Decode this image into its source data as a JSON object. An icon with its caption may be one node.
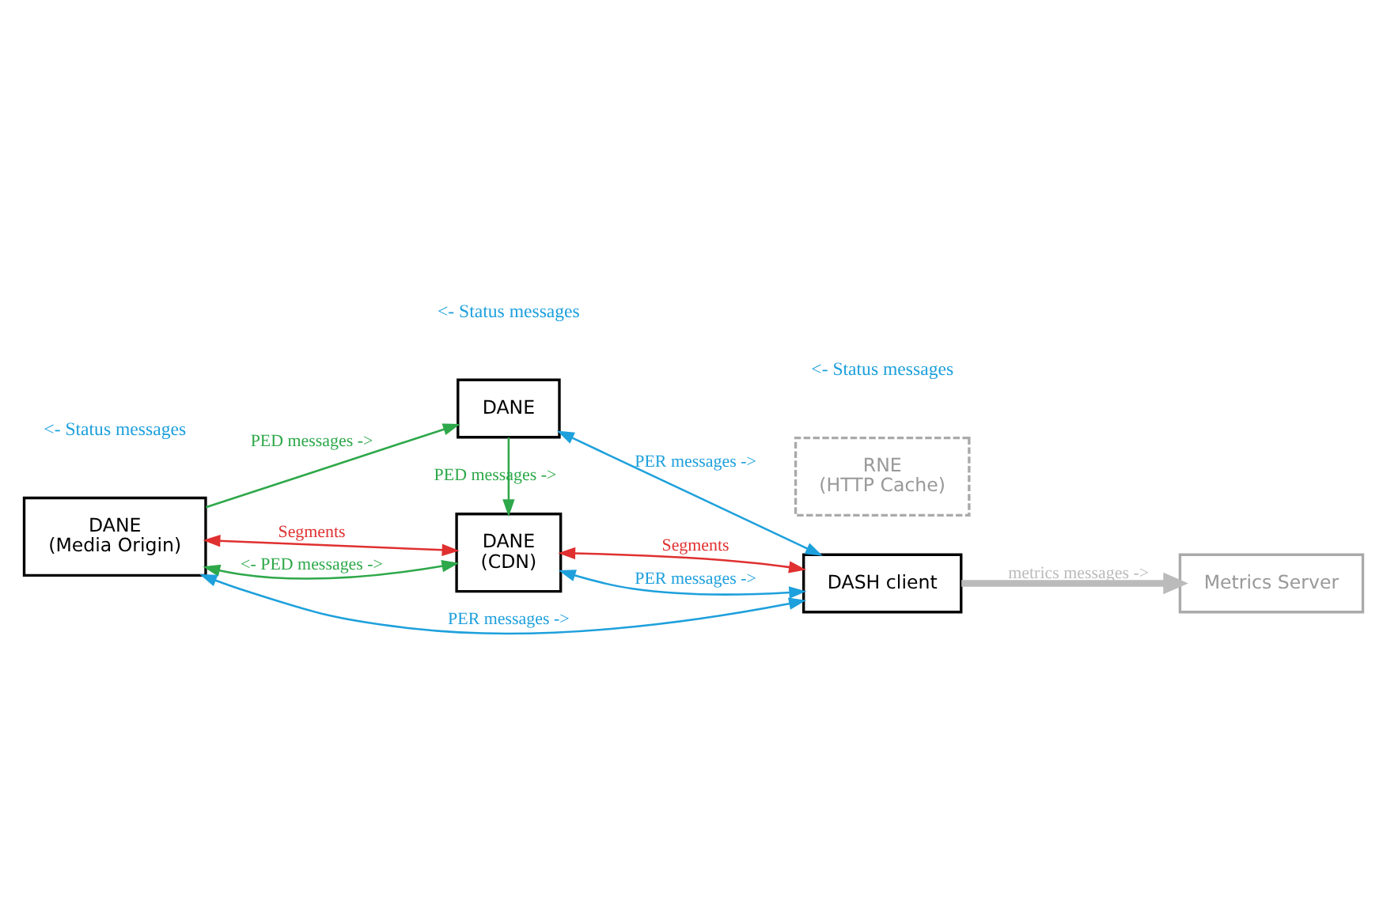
{
  "diagram": {
    "nodes": [
      {
        "text": [
          "DANE"
        ]
      },
      {
        "text": [
          "Metrics Server"
        ]
      },
      {
        "text": [
          "DANE",
          "(Media Origin)"
        ]
      },
      {
        "text": [
          "DANE",
          "(CDN)"
        ]
      },
      {
        "text": [
          "RNE",
          "(HTTP Cache)"
        ]
      },
      {
        "text": [
          "DASH client"
        ]
      }
    ],
    "edges": [
      {
        "from": 2,
        "to": 0,
        "arrow": "to",
        "label": "PED messages ->",
        "color": "#2ea84a"
      },
      {
        "from": 0,
        "to": 5,
        "arrow": "both",
        "label": "PER messages ->",
        "color": "#1ea0dc"
      },
      {
        "from": 0,
        "to": 3,
        "arrow": "to",
        "label": "PED messages ->",
        "color": "#2ea84a"
      },
      {
        "from": 2,
        "to": 3,
        "arrow": "both",
        "label": "Segments",
        "color": "#e03030"
      },
      {
        "from": 3,
        "to": 5,
        "arrow": "both",
        "label": "Segments",
        "color": "#e03030"
      },
      {
        "from": 5,
        "to": 1,
        "arrow": "to",
        "label": "metrics messages ->",
        "color": "#bbbbbb",
        "style": "thick"
      },
      {
        "from": 2,
        "to": 3,
        "arrow": "both",
        "label": "<- PED messages ->",
        "color": "#2ea84a"
      },
      {
        "from": 3,
        "to": 5,
        "arrow": "both",
        "label": "PER messages ->",
        "color": "#1ea0dc"
      },
      {
        "from": 2,
        "to": 5,
        "arrow": "both",
        "label": "PER messages ->",
        "color": "#1ea0dc"
      }
    ],
    "labels": [
      "<- Status messages",
      "<- Status messages",
      "<- Status messages"
    ]
  }
}
